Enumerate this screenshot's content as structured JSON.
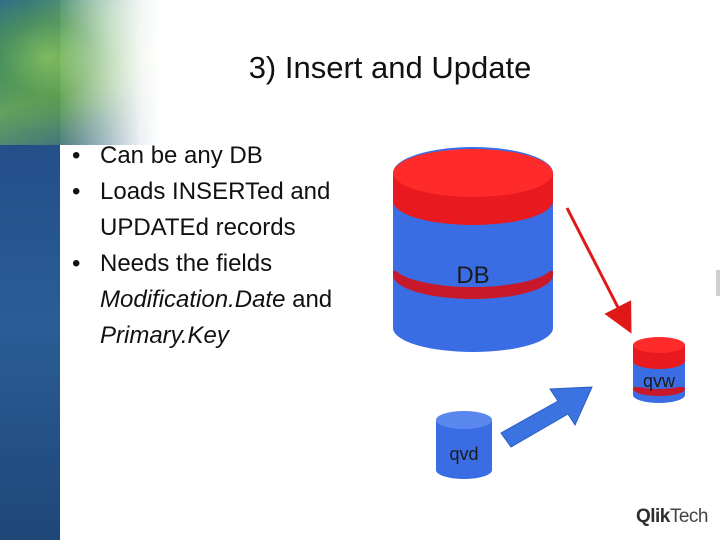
{
  "slide": {
    "title": "3) Insert and Update",
    "bullets": [
      {
        "segments": [
          {
            "text": "Can be any DB",
            "italic": false
          }
        ]
      },
      {
        "segments": [
          {
            "text": "Loads INSERTed and UPDATEd records",
            "italic": false
          }
        ]
      },
      {
        "segments": [
          {
            "text": "Needs the fields ",
            "italic": false
          },
          {
            "text": "Modification.Date",
            "italic": true
          },
          {
            "text": " and ",
            "italic": false
          },
          {
            "text": "Primary.Key",
            "italic": true
          }
        ]
      }
    ],
    "bullet_glyph": "•"
  },
  "diagram": {
    "db_label": "DB",
    "qvw_label": "qvw",
    "qvd_label": "qvd"
  },
  "brand": {
    "part1": "Qlik",
    "part2": "Tech"
  },
  "colors": {
    "cylinder_top": "#e8191f",
    "cylinder_body": "#3a6de4",
    "stripe": "#c8192a",
    "arrow_red": "#e01818",
    "arrow_blue": "#3b73e0"
  }
}
